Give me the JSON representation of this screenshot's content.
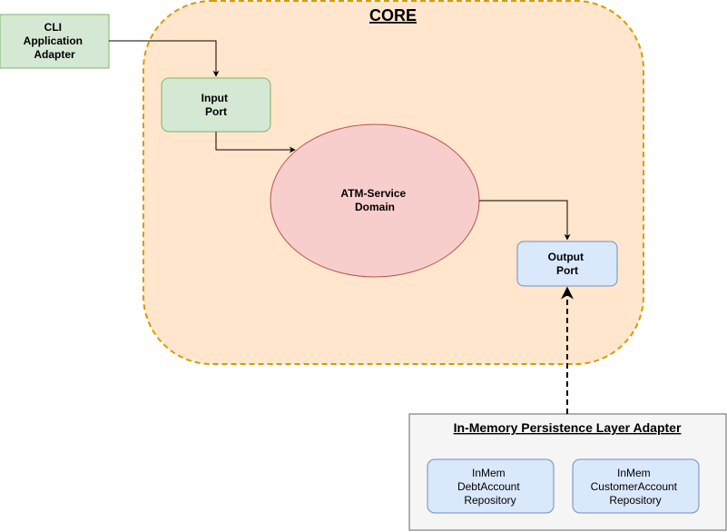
{
  "core": {
    "title": "CORE",
    "fill": "#ffe6cc",
    "stroke": "#d79b00"
  },
  "cli_adapter": {
    "lines": [
      "CLI",
      "Application",
      "Adapter"
    ],
    "fill": "#d5e8d4",
    "stroke": "#82b366"
  },
  "input_port": {
    "lines": [
      "Input",
      "Port"
    ],
    "fill": "#d5e8d4",
    "stroke": "#82b366"
  },
  "domain": {
    "lines": [
      "ATM-Service",
      "Domain"
    ],
    "fill": "#f8cecc",
    "stroke": "#b85450"
  },
  "output_port": {
    "lines": [
      "Output",
      "Port"
    ],
    "fill": "#dae8fc",
    "stroke": "#6c8ebf"
  },
  "persistence_adapter": {
    "title": "In-Memory Persistence Layer Adapter",
    "fill": "#f5f5f5",
    "stroke": "#666666",
    "repositories": [
      {
        "lines": [
          "InMem",
          "DebtAccount",
          "Repository"
        ]
      },
      {
        "lines": [
          "InMem",
          "CustomerAccount",
          "Repository"
        ]
      }
    ],
    "repository_fill": "#dae8fc",
    "repository_stroke": "#6c8ebf"
  },
  "edges": [
    {
      "from": "cli_adapter",
      "to": "input_port",
      "style": "solid"
    },
    {
      "from": "input_port",
      "to": "domain",
      "style": "solid"
    },
    {
      "from": "domain",
      "to": "output_port",
      "style": "solid"
    },
    {
      "from": "persistence_adapter",
      "to": "output_port",
      "style": "dashed"
    }
  ]
}
